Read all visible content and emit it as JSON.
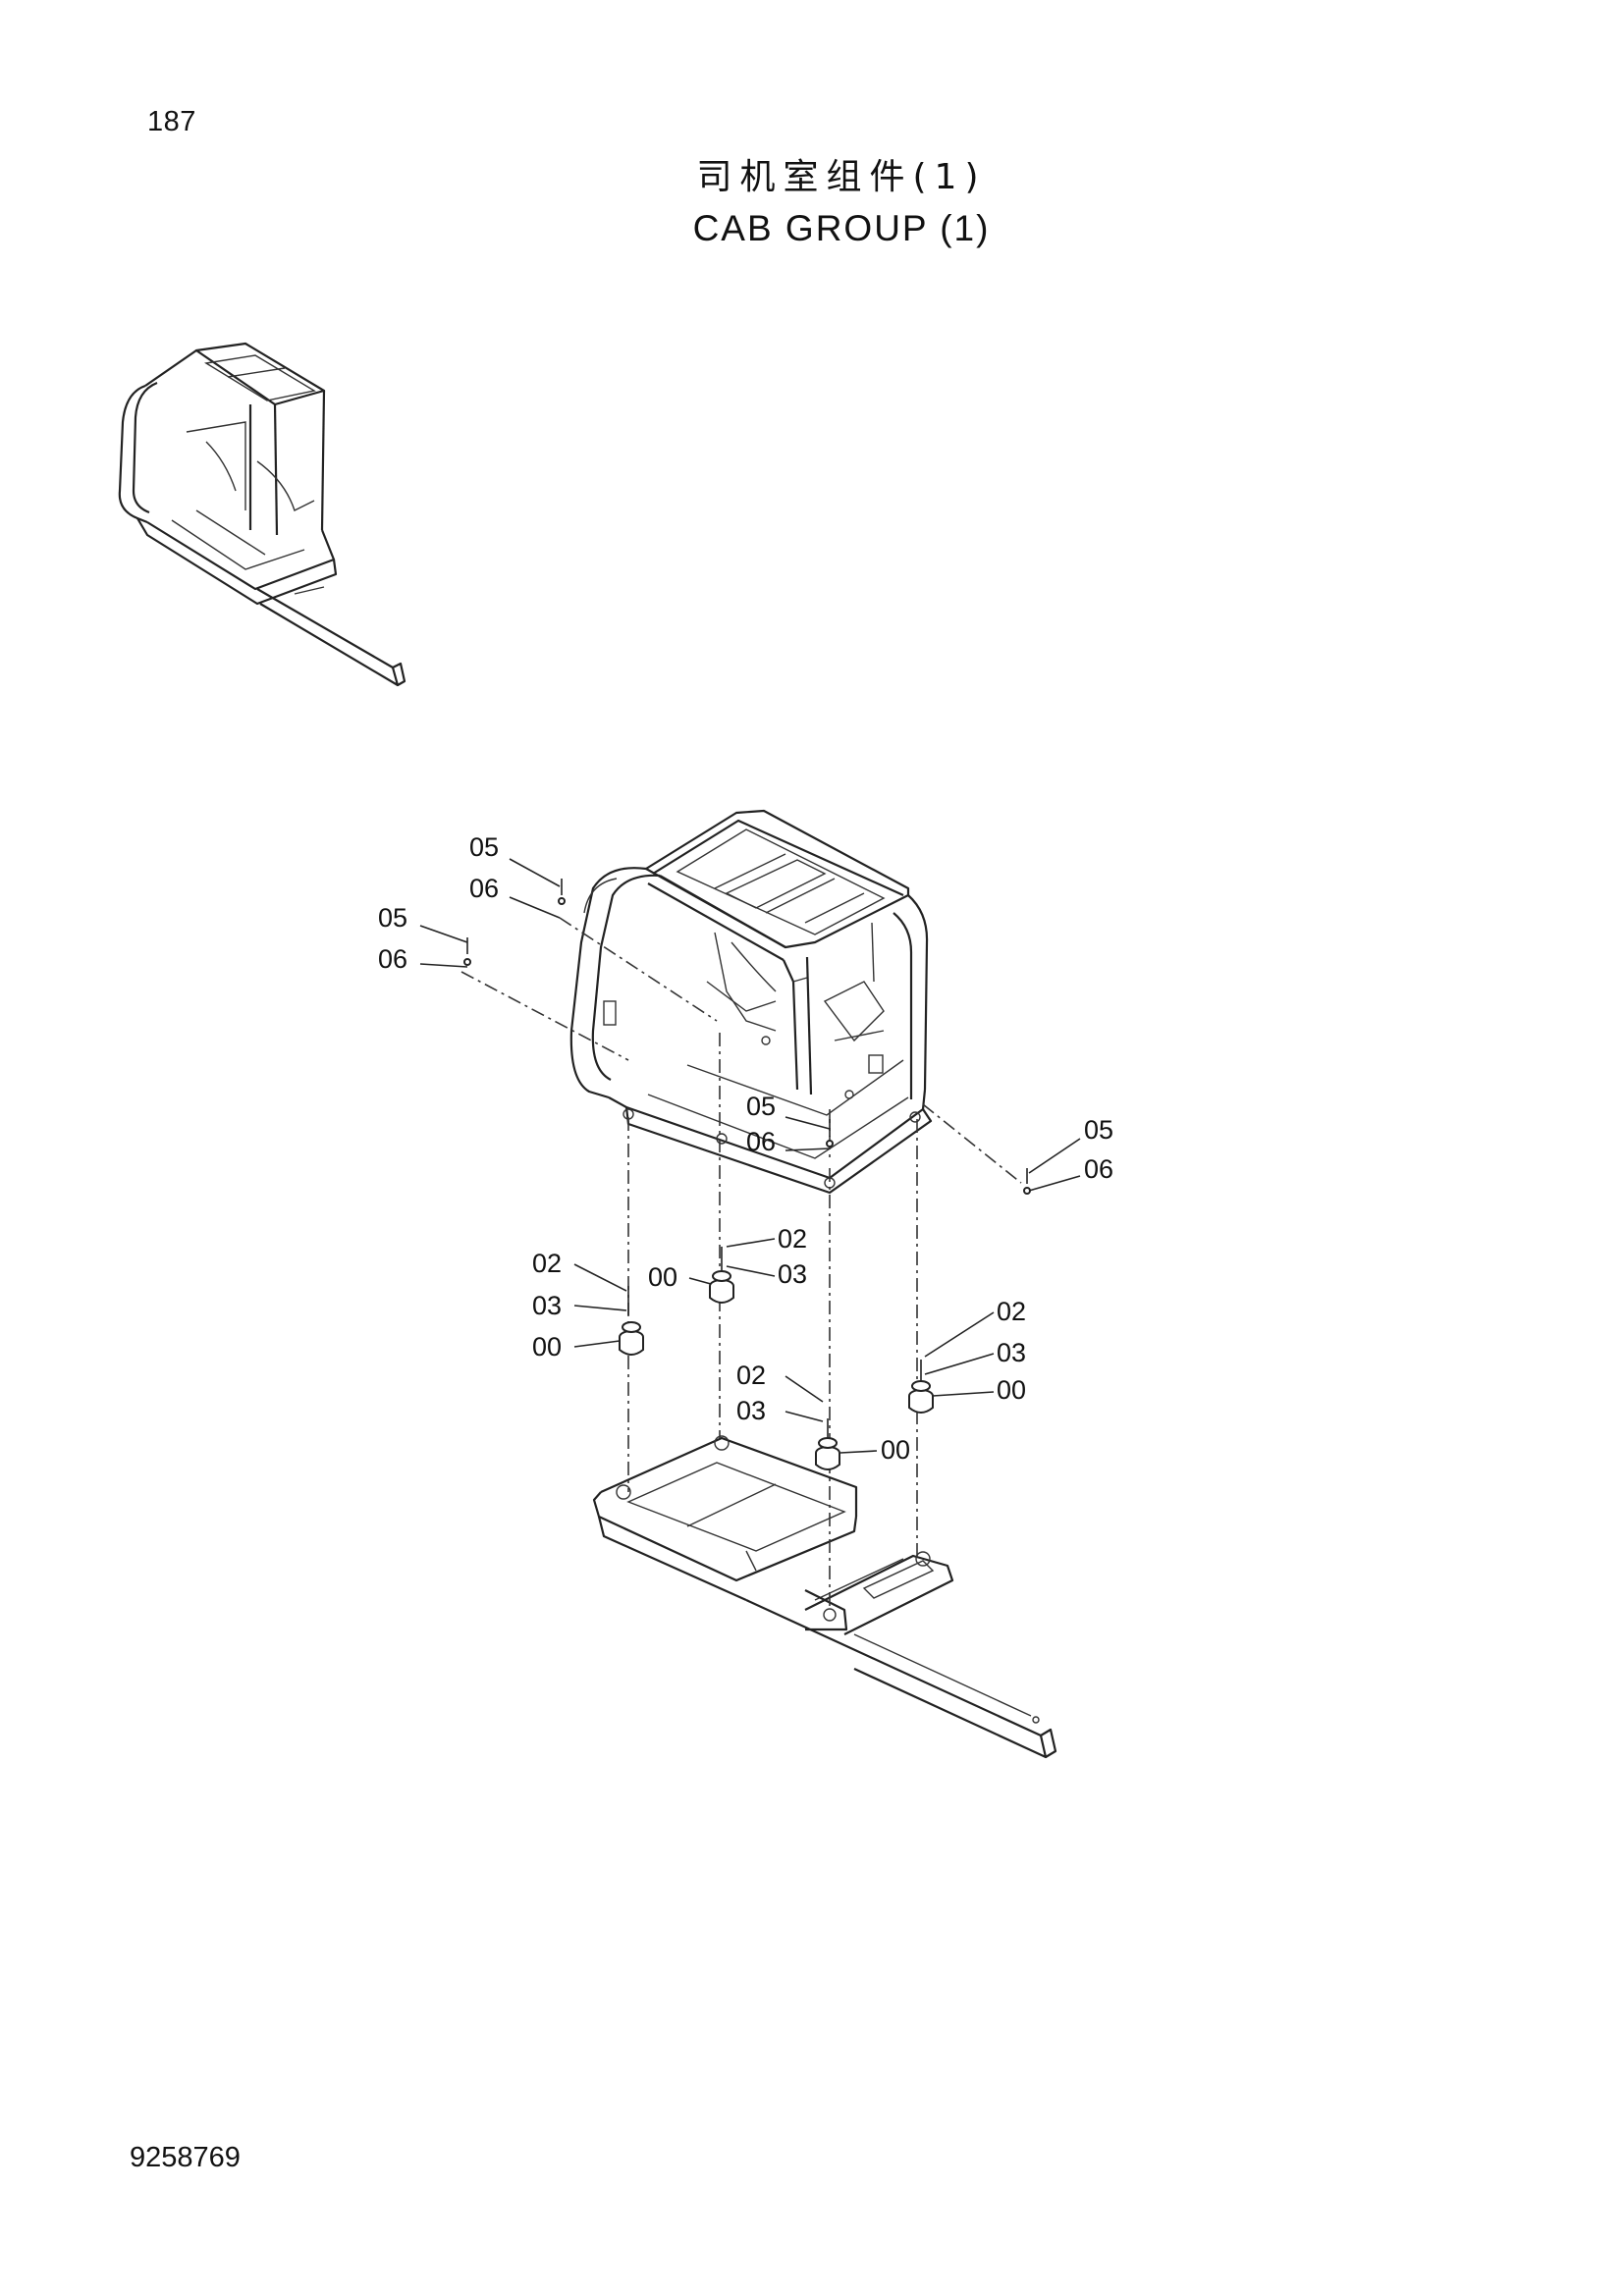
{
  "header": {
    "page_number": "187",
    "title_cn": "司机室组件(1)",
    "title_en": "CAB GROUP (1)"
  },
  "footer": {
    "doc_number": "9258769"
  },
  "callouts": {
    "top_left_05": "05",
    "top_left_06": "06",
    "left_05": "05",
    "left_06": "06",
    "center_05": "05",
    "center_06": "06",
    "right_05": "05",
    "right_06": "06",
    "mount_mid_02": "02",
    "mount_mid_03": "03",
    "mount_mid_00": "00",
    "mount_left_02": "02",
    "mount_left_03": "03",
    "mount_left_00": "00",
    "mount_right_02": "02",
    "mount_right_03": "03",
    "mount_right_00": "00",
    "mount_front_02": "02",
    "mount_front_03": "03",
    "mount_front_00": "00"
  }
}
